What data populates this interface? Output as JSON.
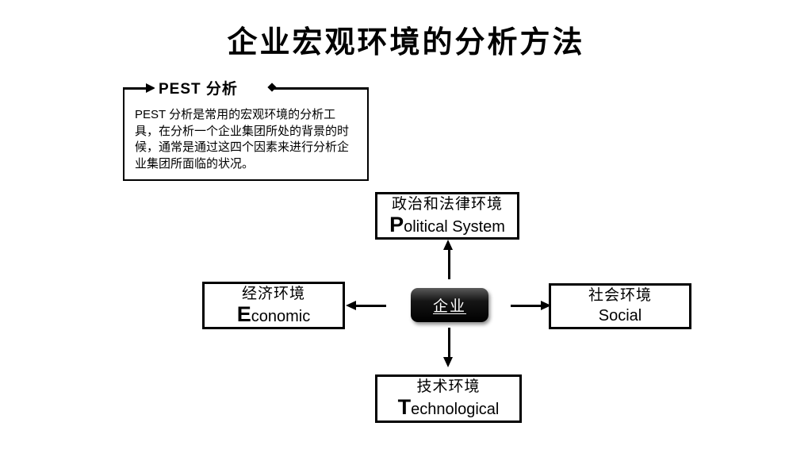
{
  "title": "企业宏观环境的分析方法",
  "pest_note": {
    "heading": "PEST 分析",
    "body": "PEST 分析是常用的宏观环境的分析工具，在分析一个企业集团所处的背景的时候，通常是通过这四个因素来进行分析企业集团所面临的状况。"
  },
  "center": {
    "label": "企业"
  },
  "factors": {
    "political": {
      "cn": "政治和法律环境",
      "en_initial": "P",
      "en_rest": "olitical System"
    },
    "economic": {
      "cn": "经济环境",
      "en_initial": "E",
      "en_rest": "conomic"
    },
    "social": {
      "cn": "社会环境",
      "en": "Social"
    },
    "technological": {
      "cn": "技术环境",
      "en_initial": "T",
      "en_rest": "echnological"
    }
  },
  "colors": {
    "ink": "#000000",
    "background": "#ffffff",
    "center_fill": "#000000",
    "center_text": "#ffffff"
  }
}
